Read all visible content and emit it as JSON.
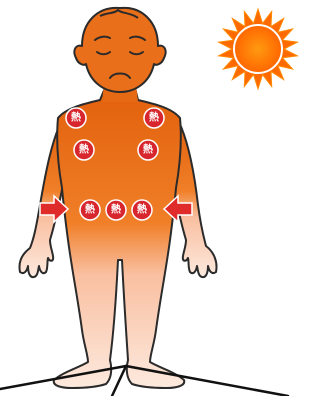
{
  "heat_spots": [
    {
      "label": "熱"
    },
    {
      "label": "熱"
    },
    {
      "label": "熱"
    },
    {
      "label": "熱"
    },
    {
      "label": "熱"
    },
    {
      "label": "熱"
    },
    {
      "label": "熱"
    }
  ],
  "colors": {
    "skin_top": "#e8640a",
    "skin_bottom": "#fde6da",
    "outline": "#2b2b2b",
    "heat_spot": "#d8262e",
    "arrow": "#e02b2b",
    "sun_inner": "#ff8a00",
    "sun_outer": "#ff6a00"
  },
  "icons": [
    "sun-icon",
    "arrow-right-icon",
    "arrow-left-icon"
  ]
}
